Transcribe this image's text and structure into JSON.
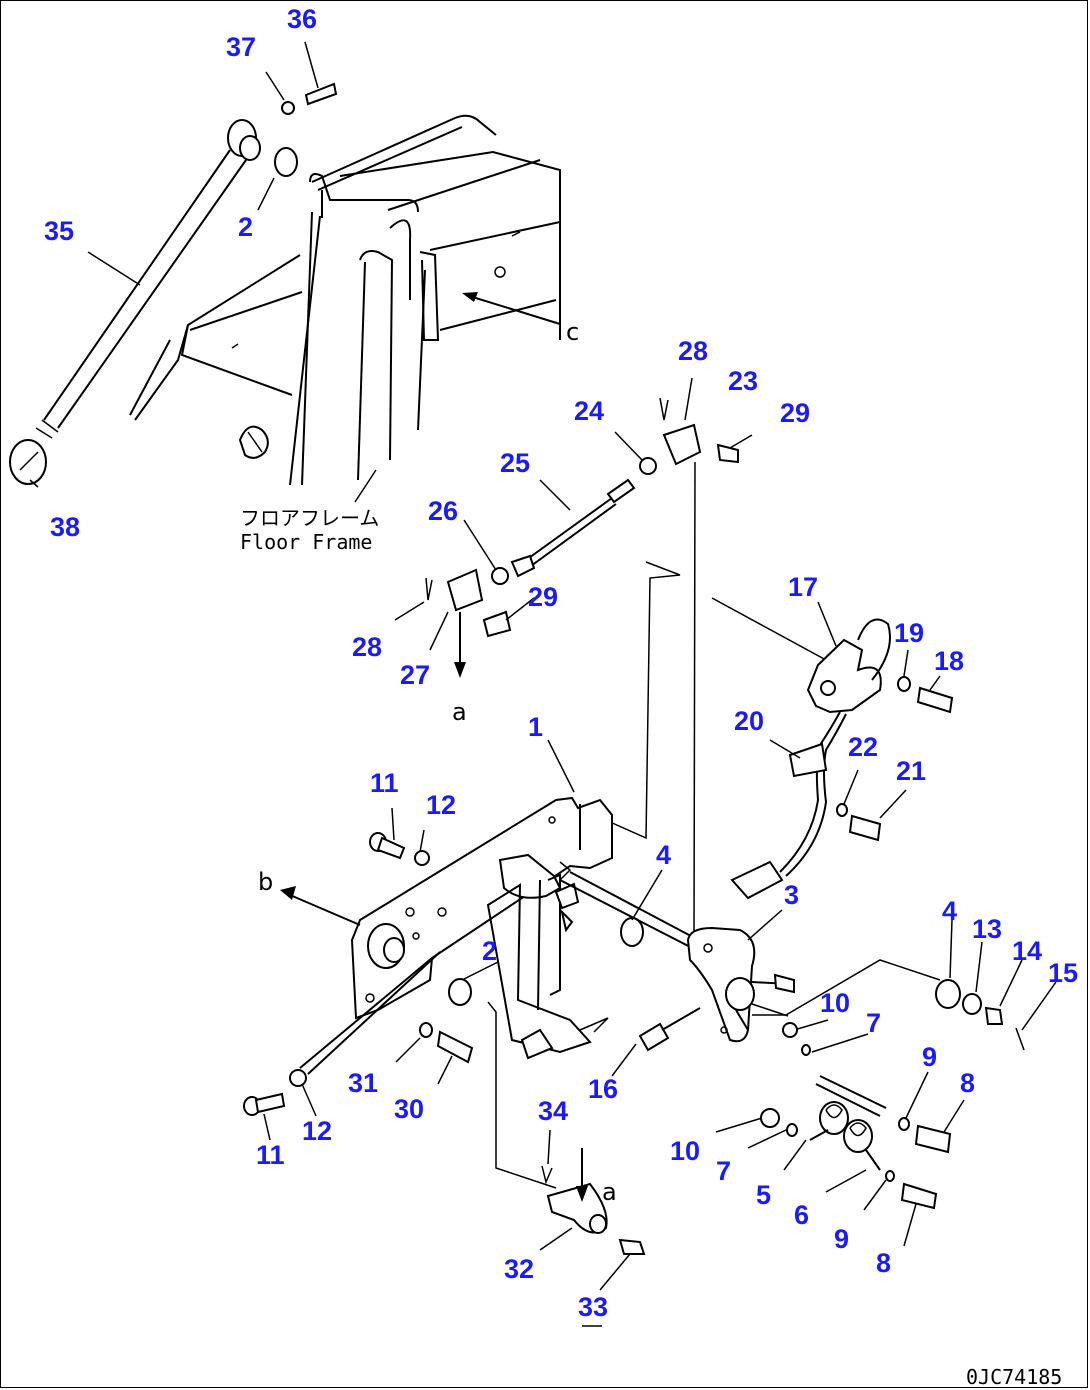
{
  "labels": [
    {
      "id": "36",
      "text": "36"
    },
    {
      "id": "37",
      "text": "37"
    },
    {
      "id": "35",
      "text": "35"
    },
    {
      "id": "2a",
      "text": "2"
    },
    {
      "id": "38",
      "text": "38"
    },
    {
      "id": "28a",
      "text": "28"
    },
    {
      "id": "23",
      "text": "23"
    },
    {
      "id": "24",
      "text": "24"
    },
    {
      "id": "29a",
      "text": "29"
    },
    {
      "id": "25",
      "text": "25"
    },
    {
      "id": "26",
      "text": "26"
    },
    {
      "id": "29b",
      "text": "29"
    },
    {
      "id": "28b",
      "text": "28"
    },
    {
      "id": "27",
      "text": "27"
    },
    {
      "id": "17",
      "text": "17"
    },
    {
      "id": "19",
      "text": "19"
    },
    {
      "id": "18",
      "text": "18"
    },
    {
      "id": "20",
      "text": "20"
    },
    {
      "id": "22",
      "text": "22"
    },
    {
      "id": "21",
      "text": "21"
    },
    {
      "id": "1",
      "text": "1"
    },
    {
      "id": "11a",
      "text": "11"
    },
    {
      "id": "12a",
      "text": "12"
    },
    {
      "id": "4a",
      "text": "4"
    },
    {
      "id": "3",
      "text": "3"
    },
    {
      "id": "4b",
      "text": "4"
    },
    {
      "id": "13",
      "text": "13"
    },
    {
      "id": "14",
      "text": "14"
    },
    {
      "id": "15",
      "text": "15"
    },
    {
      "id": "2b",
      "text": "2"
    },
    {
      "id": "10a",
      "text": "10"
    },
    {
      "id": "7a",
      "text": "7"
    },
    {
      "id": "9a",
      "text": "9"
    },
    {
      "id": "8a",
      "text": "8"
    },
    {
      "id": "31",
      "text": "31"
    },
    {
      "id": "30",
      "text": "30"
    },
    {
      "id": "16",
      "text": "16"
    },
    {
      "id": "11b",
      "text": "11"
    },
    {
      "id": "12b",
      "text": "12"
    },
    {
      "id": "34",
      "text": "34"
    },
    {
      "id": "10b",
      "text": "10"
    },
    {
      "id": "7b",
      "text": "7"
    },
    {
      "id": "5",
      "text": "5"
    },
    {
      "id": "6",
      "text": "6"
    },
    {
      "id": "9b",
      "text": "9"
    },
    {
      "id": "8b",
      "text": "8"
    },
    {
      "id": "32",
      "text": "32"
    },
    {
      "id": "33",
      "text": "33"
    }
  ],
  "floor_frame": {
    "jp": "フロアフレーム",
    "en": "Floor Frame"
  },
  "refs": {
    "a1": "a",
    "a2": "a",
    "b": "b",
    "c": "c"
  },
  "drawing_code": "0JC74185",
  "colors": {
    "label": "#1a1aff",
    "line": "#000000"
  }
}
